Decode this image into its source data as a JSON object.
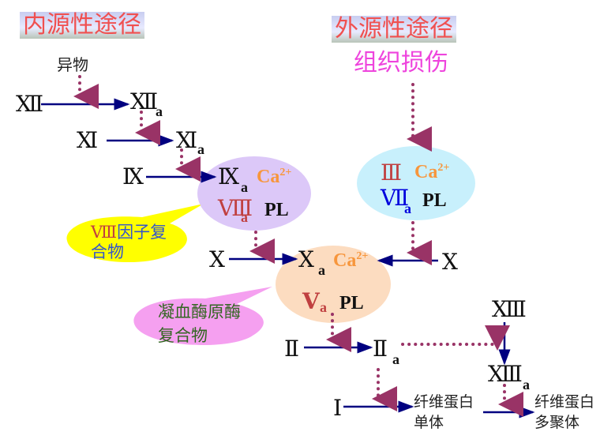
{
  "titles": {
    "intrinsic": "内源性途径",
    "extrinsic": "外源性途径"
  },
  "triggers": {
    "foreign": "异物",
    "tissue_injury": "组织损伤"
  },
  "factors": {
    "XII": "Ⅻ",
    "XIIa": "Ⅻ",
    "XI": "Ⅺ",
    "XIa": "Ⅺ",
    "IX": "Ⅸ",
    "IXa": "Ⅸ",
    "VIIIa": "Ⅷ",
    "X_left": "X",
    "Xa": "X",
    "X_right": "X",
    "Va": "V",
    "III": "Ⅲ",
    "VIIa": "Ⅶ",
    "II": "Ⅱ",
    "IIa": "Ⅱ",
    "I": "Ⅰ",
    "XIII": "ⅩⅢ",
    "XIIIa": "ⅩⅢ"
  },
  "subscript": "a",
  "ca": "Ca",
  "ca_sup": "2+",
  "pl": "PL",
  "callouts": {
    "viii_complex_prefix": "Ⅷ",
    "viii_complex_line1": "因子复",
    "viii_complex_line2": "合物",
    "prothrombinase_line1": "凝血酶原酶",
    "prothrombinase_line2": "复合物"
  },
  "products": {
    "fibrin_monomer_1": "纤维蛋白",
    "fibrin_monomer_2": "单体",
    "fibrin_polymer_1": "纤维蛋白",
    "fibrin_polymer_2": "多聚体"
  },
  "colors": {
    "title_red": "#f05050",
    "tissue_pink": "#ee44dd",
    "arrow_blue": "#000080",
    "dotted": "#993366",
    "ca_orange": "#f7963c",
    "factor_red": "#c04040",
    "vii_blue": "#0000dd",
    "callout_text_blue": "#3355cc",
    "callout_text_green": "#336622"
  }
}
